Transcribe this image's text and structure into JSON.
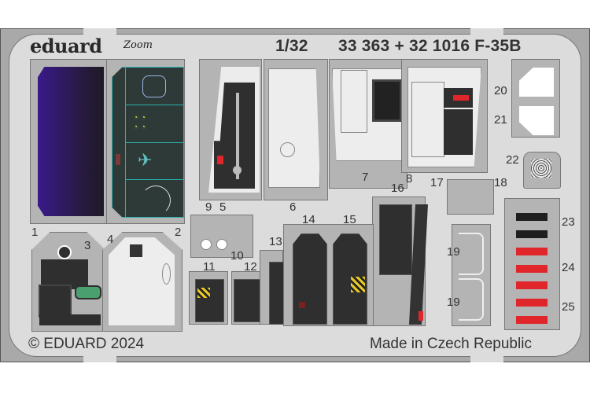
{
  "header": {
    "brand": "eduard",
    "sub_brand": "Zoom",
    "scale": "1/32",
    "set_numbers": "33 363 + 32 1016 F-35B"
  },
  "footer": {
    "copyright": "© EDUARD 2024",
    "origin": "Made in Czech Republic"
  },
  "colors": {
    "fret": "#a9a9a9",
    "fret_inner": "#dcdcdc",
    "screen_purple": "#3a1a8a",
    "mfd_teal": "#2ab0b0",
    "dark_panel": "#2f2f2f",
    "warning_red": "#e0262b",
    "hazard_yellow": "#e6c829"
  },
  "parts": {
    "p1": "1",
    "p2": "2",
    "p3": "3",
    "p4": "4",
    "p5": "5",
    "p6": "6",
    "p7": "7",
    "p8": "8",
    "p9": "9",
    "p10": "10",
    "p11": "11",
    "p12": "12",
    "p13": "13",
    "p14": "14",
    "p15": "15",
    "p16": "16",
    "p17": "17",
    "p18": "18",
    "p19a": "19",
    "p19b": "19",
    "p20": "20",
    "p21": "21",
    "p22": "22",
    "p23": "23",
    "p24": "24",
    "p25": "25"
  }
}
